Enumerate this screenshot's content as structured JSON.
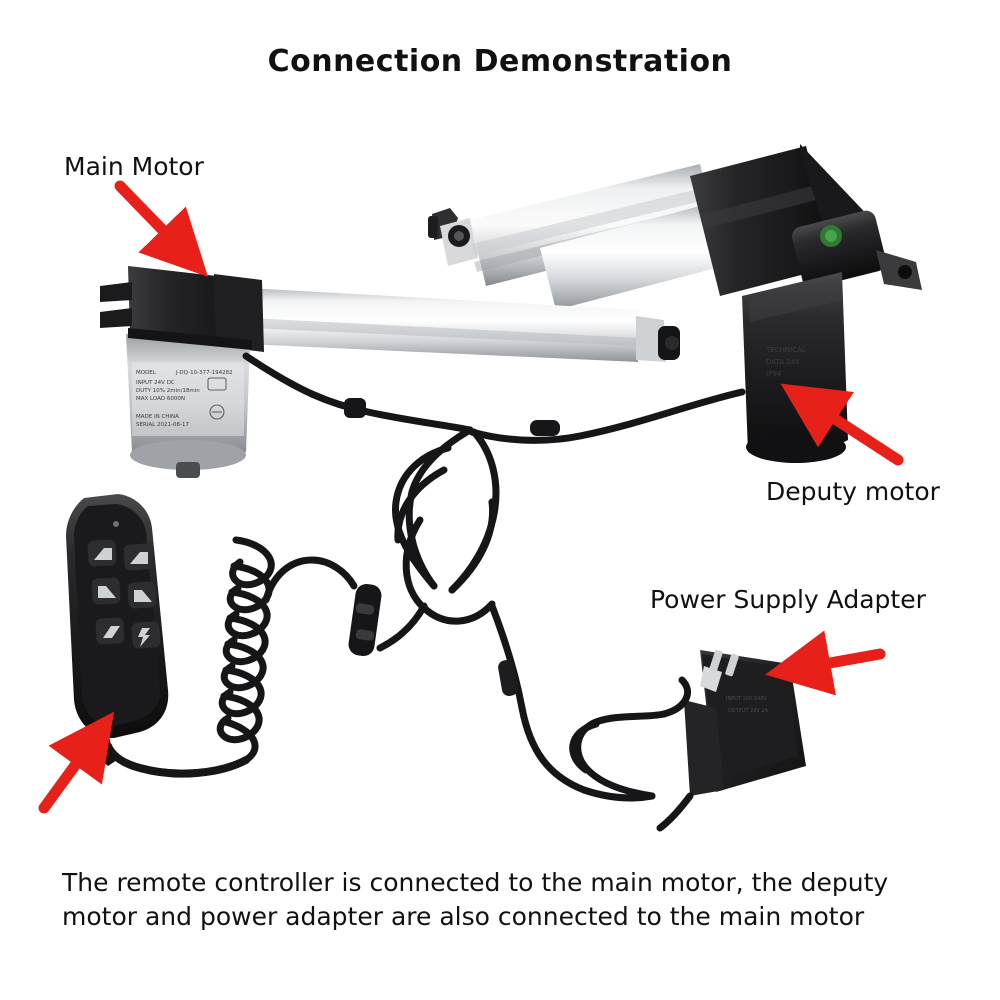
{
  "page": {
    "title": "Connection Demonstration",
    "background_color": "#ffffff",
    "text_color": "#111111",
    "arrow_color": "#e8201a"
  },
  "labels": {
    "main_motor": "Main Motor",
    "deputy_motor": "Deputy motor",
    "power_supply_adapter": "Power Supply Adapter"
  },
  "caption": {
    "text": "The remote controller is connected to the main motor, the deputy motor and power adapter are also connected to the main motor"
  },
  "diagram": {
    "components": [
      {
        "name": "main-motor-actuator",
        "label": "Main Motor"
      },
      {
        "name": "deputy-motor-actuator",
        "label": "Deputy motor"
      },
      {
        "name": "hand-remote-controller",
        "label": ""
      },
      {
        "name": "power-supply-adapter",
        "label": "Power Supply Adapter"
      },
      {
        "name": "cable-junction-splitter",
        "label": ""
      }
    ],
    "arrows": [
      {
        "name": "arrow-to-main-motor",
        "points_to": "main-motor-actuator"
      },
      {
        "name": "arrow-to-deputy-motor",
        "points_to": "deputy-motor-actuator"
      },
      {
        "name": "arrow-to-power-adapter",
        "points_to": "power-supply-adapter"
      },
      {
        "name": "arrow-to-remote-controller",
        "points_to": "hand-remote-controller"
      }
    ],
    "remote_buttons": [
      {
        "name": "remote-button-seat-up",
        "glyph": "◢"
      },
      {
        "name": "remote-button-seat-down",
        "glyph": "◣"
      },
      {
        "name": "remote-button-back-up",
        "glyph": "◤"
      },
      {
        "name": "remote-button-back-down",
        "glyph": "◥"
      },
      {
        "name": "remote-button-memory",
        "glyph": "↺"
      },
      {
        "name": "remote-button-flat",
        "glyph": "⚡"
      }
    ]
  }
}
